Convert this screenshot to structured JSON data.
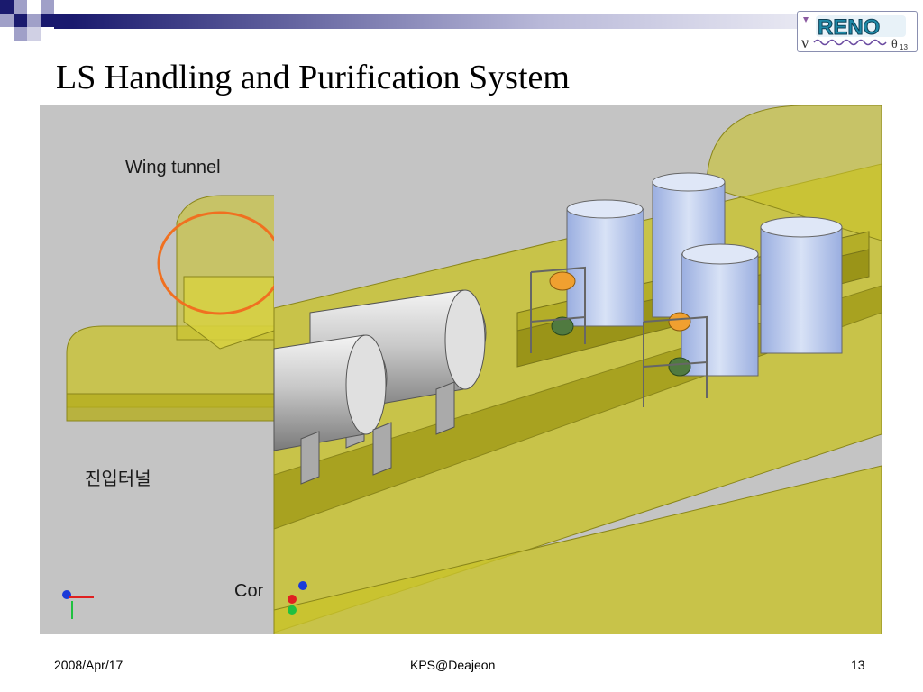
{
  "slide": {
    "title": "LS Handling and Purification System",
    "logo": {
      "text": "RENO",
      "nu": "ν",
      "theta": "θ",
      "theta_sub": "13"
    },
    "figure": {
      "labels": {
        "wing_tunnel": "Wing tunnel",
        "entrance_tunnel": "진입터널",
        "cropped": "Cor"
      },
      "colors": {
        "tunnel": "#c9c32a",
        "tank": "#b8c7e6",
        "highlight_circle": "#f07020",
        "background": "#c4c4c4"
      }
    },
    "footer": {
      "date": "2008/Apr/17",
      "center": "KPS@Deajeon",
      "page": "13"
    }
  }
}
